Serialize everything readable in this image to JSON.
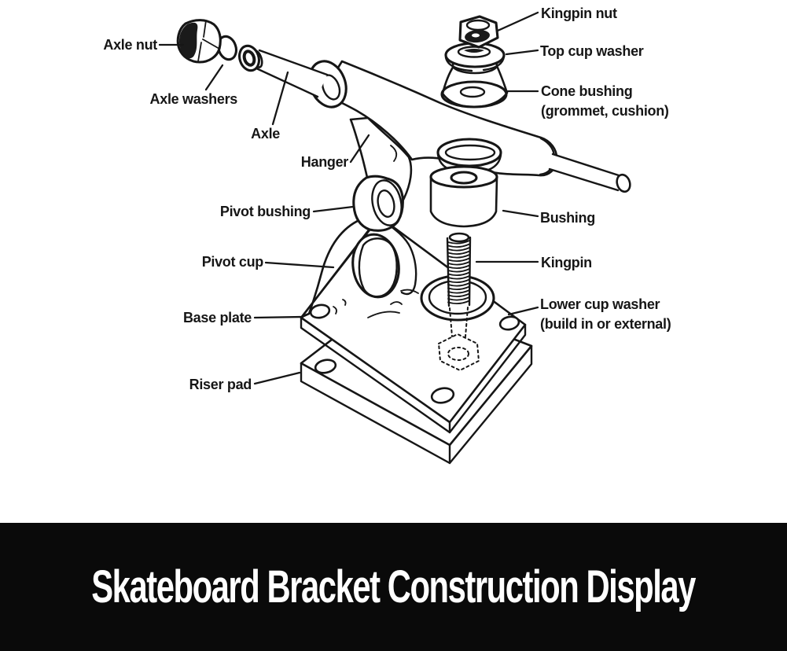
{
  "figure": {
    "background": "#ffffff",
    "line_color": "#161616",
    "labels": {
      "axle_nut": "Axle nut",
      "axle_washers": "Axle washers",
      "axle": "Axle",
      "hanger": "Hanger",
      "pivot_bushing": "Pivot bushing",
      "pivot_cup": "Pivot cup",
      "base_plate": "Base plate",
      "riser_pad": "Riser pad",
      "kingpin_nut": "Kingpin nut",
      "top_cup_washer": "Top cup washer",
      "cone_bushing_line1": "Cone bushing",
      "cone_bushing_line2": "(grommet, cushion)",
      "bushing": "Bushing",
      "kingpin": "Kingpin",
      "lower_cup_washer_line1": "Lower cup washer",
      "lower_cup_washer_line2": "(build in or external)"
    }
  },
  "banner": {
    "title": "Skateboard Bracket Construction Display",
    "background": "#0a0a0a",
    "text_color": "#ffffff"
  }
}
